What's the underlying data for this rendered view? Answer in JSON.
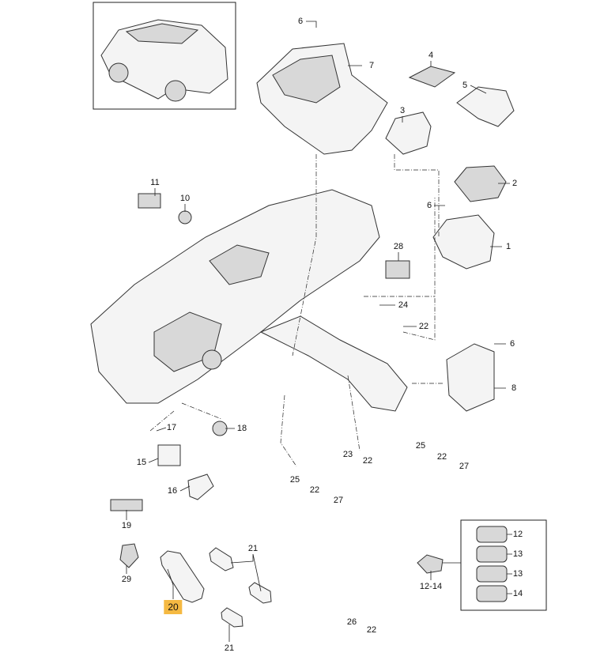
{
  "diagram": {
    "title": "Dashboard switches and control units exploded parts view",
    "highlighted_part": "20",
    "highlight_color": "#f5b942",
    "callouts": [
      "6",
      "7",
      "4",
      "5",
      "3",
      "2",
      "11",
      "10",
      "6",
      "28",
      "1",
      "24",
      "22",
      "6",
      "8",
      "17",
      "18",
      "15",
      "16",
      "19",
      "23",
      "22",
      "25",
      "22",
      "27",
      "25",
      "22",
      "27",
      "21",
      "29",
      "20",
      "12",
      "13",
      "13",
      "14",
      "12-14",
      "26",
      "22",
      "21"
    ]
  }
}
